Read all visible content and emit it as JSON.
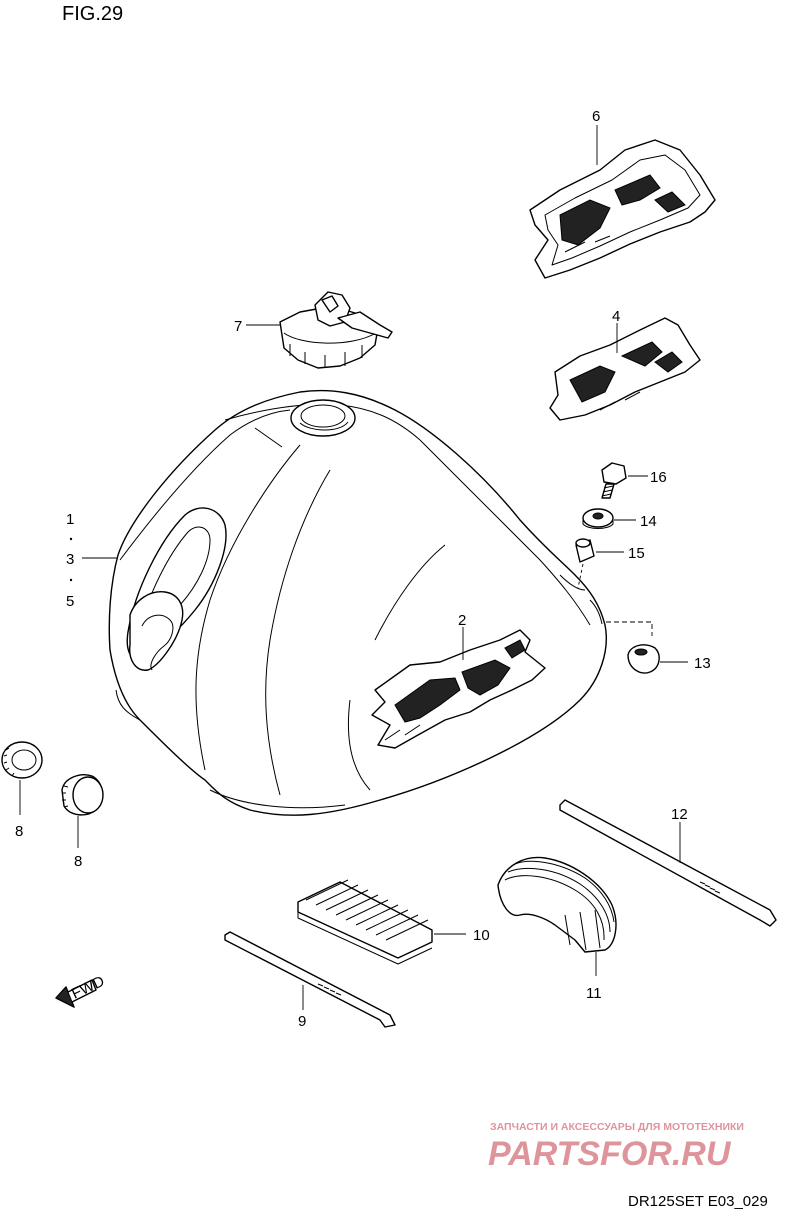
{
  "figure_label": "FIG.29",
  "diagram_code": "DR125SET E03_029",
  "fwd_label": "FWD",
  "part_labels": {
    "p1": "1",
    "p3": "3",
    "p5": "5",
    "p2": "2",
    "p4": "4",
    "p6": "6",
    "p7": "7",
    "p8a": "8",
    "p8b": "8",
    "p9": "9",
    "p10": "10",
    "p11": "11",
    "p12": "12",
    "p13": "13",
    "p14": "14",
    "p15": "15",
    "p16": "16"
  },
  "watermark": {
    "tagline": "ЗАПЧАСТИ И АКСЕССУАРЫ ДЛЯ МОТОТЕХНИКИ",
    "brand": "PARTSFOR.RU",
    "color": "#d9828a"
  }
}
